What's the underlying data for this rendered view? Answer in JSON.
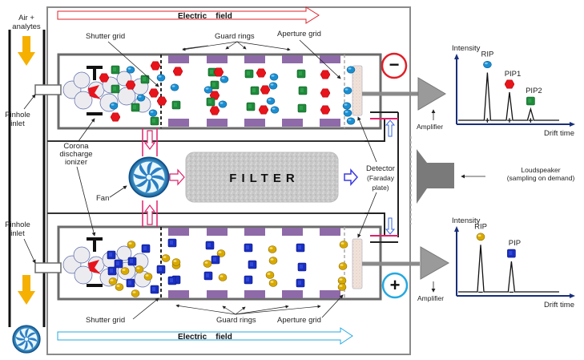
{
  "title": "Dual-channel ion mobility spectrometer schematic",
  "labels": {
    "air_analytes": [
      "Air +",
      "analytes"
    ],
    "pinhole_inlet_top": [
      "Pinhole",
      "inlet"
    ],
    "pinhole_inlet_bottom": [
      "Pinhole",
      "inlet"
    ],
    "corona": [
      "Corona",
      "discharge",
      "ionizer"
    ],
    "fan": "Fan",
    "filter": "FILTER",
    "detector": [
      "Detector",
      "(Faraday",
      "plate)"
    ],
    "loudspeaker": [
      "Loudspeaker",
      "(sampling on demand)"
    ],
    "shutter_grid_top": "Shutter grid",
    "shutter_grid_bottom": "Shutter grid",
    "guard_rings_top": "Guard rings",
    "guard_rings_bottom": "Guard rings",
    "aperture_grid_top": "Aperture grid",
    "aperture_grid_bottom": "Aperture grid",
    "electric_field_top": "Electric    field",
    "electric_field_bottom": "Electric    field",
    "amplifier_top": "Amplifier",
    "amplifier_bottom": "Amplifier",
    "polarity_top": "−",
    "polarity_bottom": "+"
  },
  "colors": {
    "negative_mode": "#e0202a",
    "positive_mode": "#25a9e0",
    "guard_ring": "#8e6aa8",
    "ion_red": "#e8141c",
    "ion_green": "#1e8a3a",
    "ion_blue_sphere": "#1b8ed1",
    "ion_dark_blue": "#1a2fc0",
    "ion_gold": "#d8a900",
    "airflow_pink": "#e0206a",
    "airflow_blue": "#3a3ae0",
    "inlet_arrow": "#f5b000"
  },
  "chart_data": [
    {
      "type": "line",
      "title": "Negative mode spectrum",
      "xlabel": "Drift time",
      "ylabel": "Intensity",
      "peaks": [
        {
          "name": "RIP",
          "position": 0.32,
          "height": 0.85,
          "marker": "+"
        },
        {
          "name": "PIP1",
          "position": 0.55,
          "height": 0.5,
          "marker": "+"
        },
        {
          "name": "PIP2",
          "position": 0.77,
          "height": 0.2,
          "marker": "+"
        }
      ]
    },
    {
      "type": "line",
      "title": "Positive mode spectrum",
      "xlabel": "Drift time",
      "ylabel": "Intensity",
      "peaks": [
        {
          "name": "RIP",
          "position": 0.25,
          "height": 0.85,
          "marker": "−"
        },
        {
          "name": "PIP",
          "position": 0.57,
          "height": 0.55,
          "marker": "−"
        }
      ]
    }
  ]
}
